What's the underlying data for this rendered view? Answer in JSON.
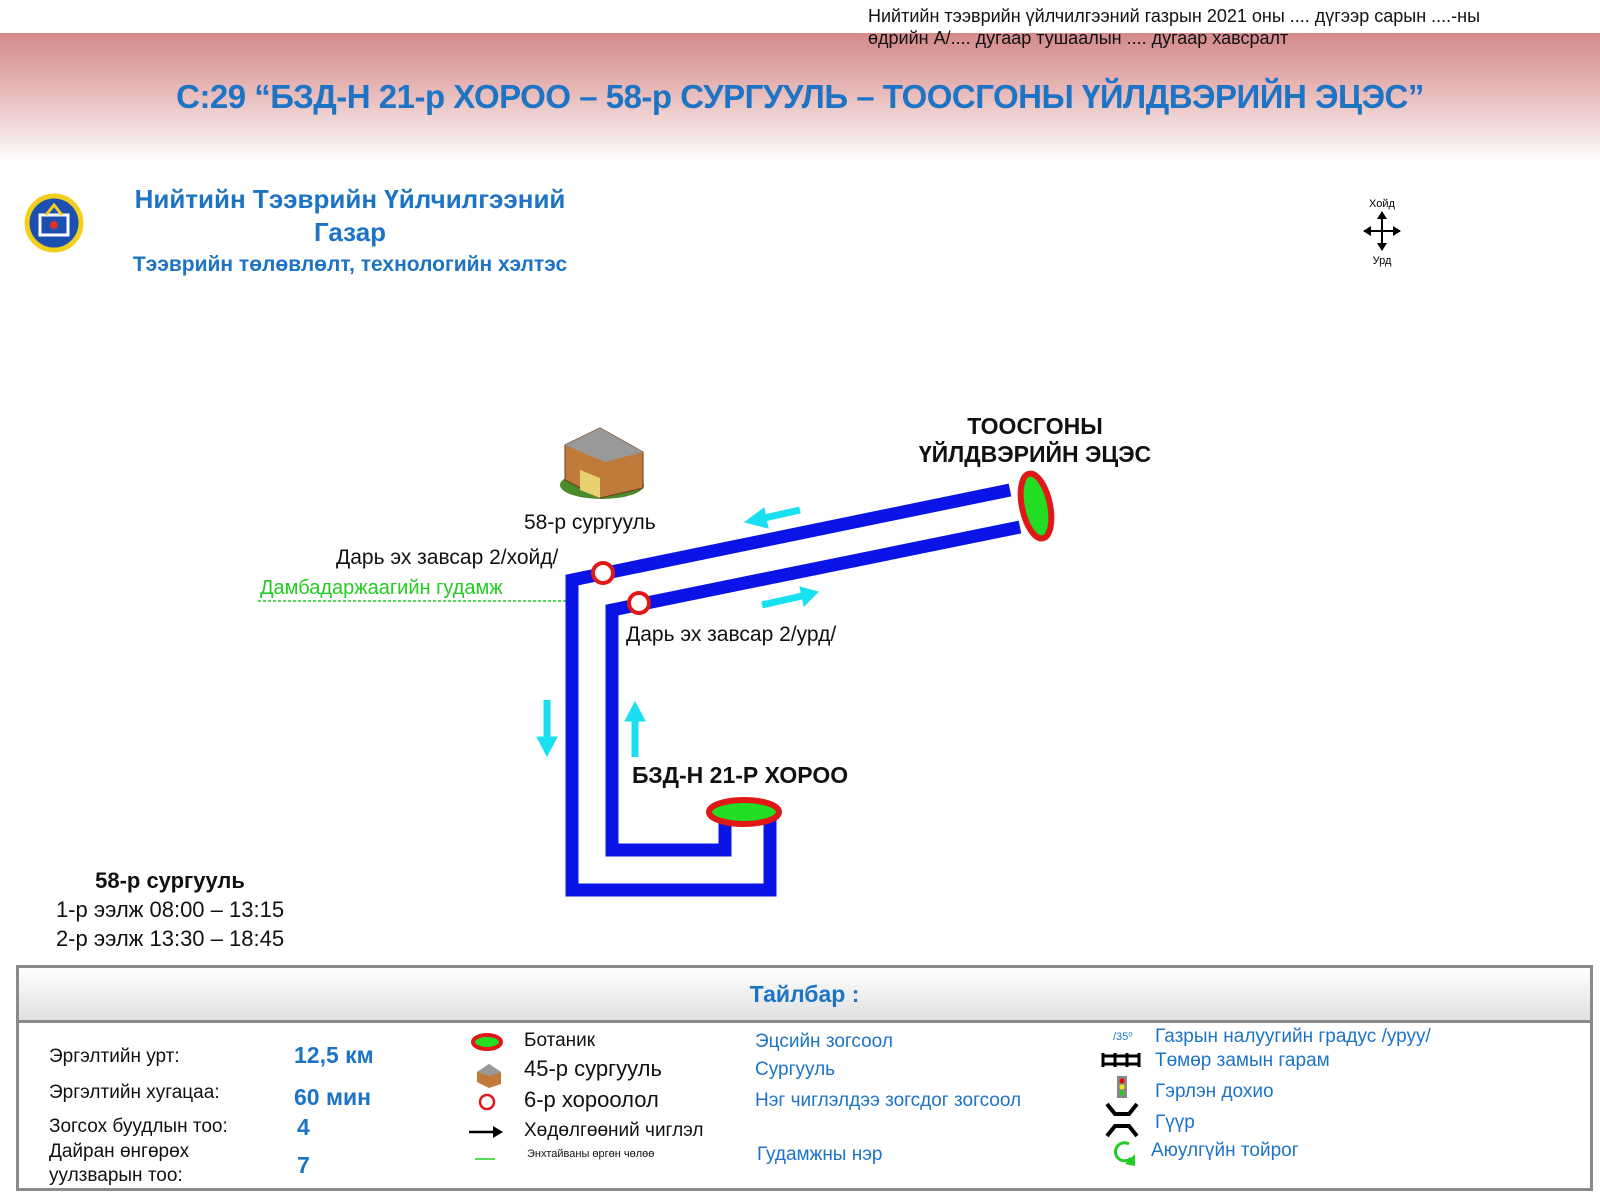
{
  "order_note": [
    "Нийтийн тээврийн үйлчилгээний газрын 2021 оны .... дүгээр  сарын ....-ны",
    "өдрийн А/.... дугаар тушаалын .... дугаар хавсралт"
  ],
  "title": "С:29 “БЗД-Н 21-р ХОРОО – 58-р СУРГУУЛЬ – ТООСГОНЫ ҮЙЛДВЭРИЙН ЭЦЭС”",
  "org": {
    "name_line1": "Нийтийн Тээврийн Үйлчилгээний",
    "name_line2": "Газар",
    "dept": "Тээврийн төлөвлөлт, технологийн хэлтэс"
  },
  "compass": {
    "north": "Хойд",
    "south": "Урд"
  },
  "map": {
    "terminal_top": [
      "ТООСГОНЫ",
      "ҮЙЛДВЭРИЙН ЭЦЭС"
    ],
    "terminal_bottom": "БЗД-Н 21-Р ХОРОО",
    "school": "58-р сургууль",
    "stop_north": "Дарь эх завсар 2/хойд/",
    "stop_south": "Дарь эх завсар 2/урд/",
    "street": "Дамбадаржаагийн гудамж",
    "route_color": "#0a14e6",
    "arrow_color": "#19e0f0"
  },
  "schedule": {
    "title": "58-р сургууль",
    "shift1": "1-р ээлж 08:00 – 13:15",
    "shift2": "2-р ээлж 13:30 – 18:45"
  },
  "legend": {
    "title": "Тайлбар :",
    "stats": [
      {
        "label": "Эргэлтийн урт:",
        "value": "12,5 км"
      },
      {
        "label": "Эргэлтийн хугацаа:",
        "value": "60 мин"
      },
      {
        "label": "Зогсох буудлын тоо:",
        "value": "4"
      },
      {
        "label": "Дайран өнгөрөх уулзварын тоо:",
        "value": "7"
      }
    ],
    "symbols": [
      {
        "icon": "terminal-ellipse-icon",
        "label": "Ботаник",
        "desc": "Эцсийн зогсоол"
      },
      {
        "icon": "school-building-icon",
        "label": "45-р сургууль",
        "desc": "Сургууль"
      },
      {
        "icon": "stop-circle-icon",
        "label": "6-р хороолол",
        "desc": "Нэг чиглэлдээ зогсдог зогсоол"
      },
      {
        "icon": "arrow-icon",
        "label": "Хөдөлгөөний чиглэл",
        "desc": ""
      },
      {
        "icon": "street-line-icon",
        "label": "Энхтайваны өргөн чөлөө",
        "desc": "Гудамжны нэр"
      }
    ],
    "others": [
      {
        "icon": "slope-icon",
        "glyph": "/35⁰",
        "label": "Газрын налуугийн градус /уруу/"
      },
      {
        "icon": "railway-crossing-icon",
        "label": "Төмөр замын гарам"
      },
      {
        "icon": "traffic-light-icon",
        "label": "Гэрлэн дохио"
      },
      {
        "icon": "bridge-icon",
        "label": "Гүүр"
      },
      {
        "icon": "roundabout-icon",
        "label": "Аюулгүйн тойрог"
      }
    ]
  }
}
